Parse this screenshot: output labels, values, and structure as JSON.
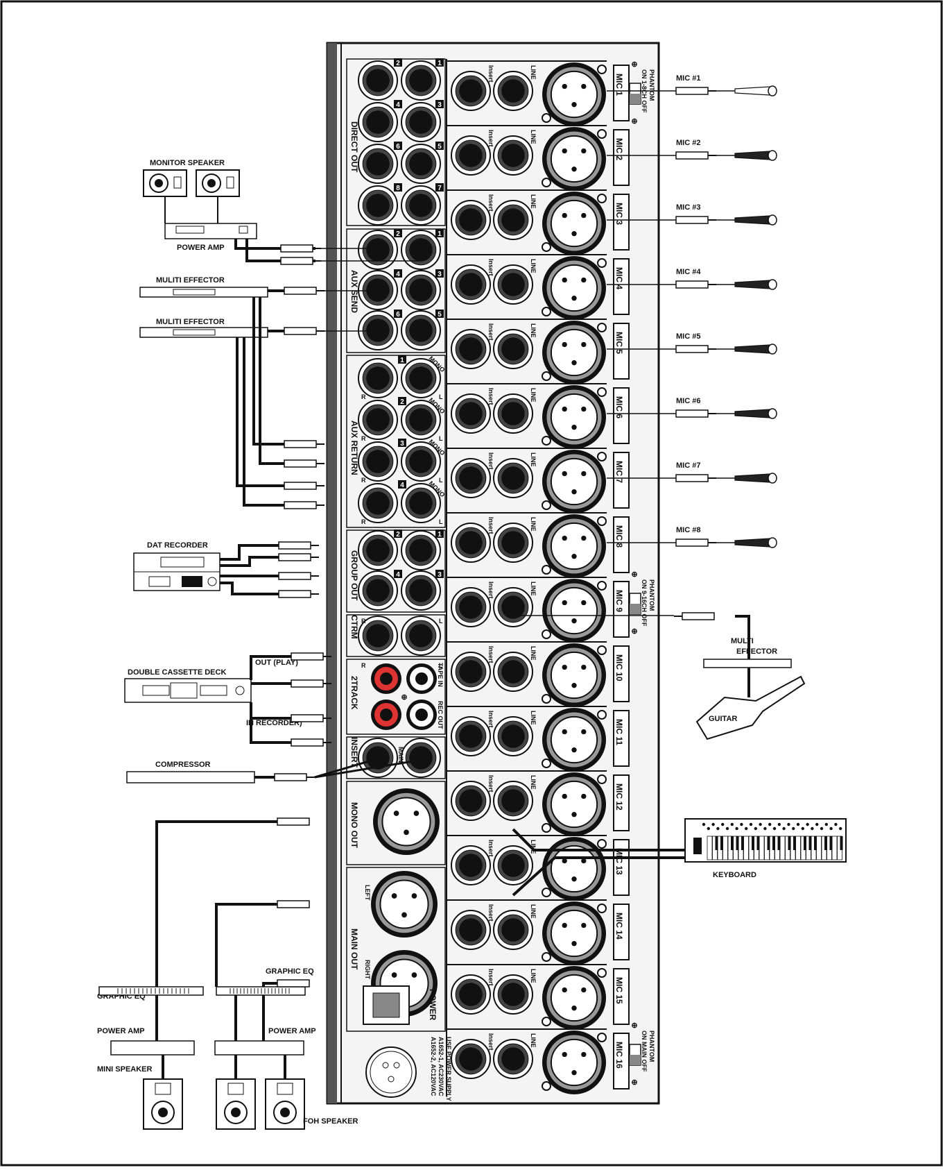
{
  "devices": {
    "monitor_speaker": "MONITOR SPEAKER",
    "power_amp_top": "POWER AMP",
    "multi_effector_1": "MULITI  EFFECTOR",
    "multi_effector_2": "MULITI  EFFECTOR",
    "dat_recorder": "DAT RECORDER",
    "double_cassette": "DOUBLE CASSETTE DECK",
    "out_play": "OUT (PLAY)",
    "in_recorder": "IN  RECORDER)",
    "compressor": "COMPRESSOR",
    "graphic_eq_left": "GRAPHIC EQ",
    "graphic_eq_right": "GRAPHIC EQ",
    "power_amp_left": "POWER AMP",
    "power_amp_right": "POWER AMP",
    "mini_speaker": "MINI SPEAKER",
    "foh_speaker": "FOH SPEAKER",
    "multi_effector_guitar_1": "MULTI",
    "multi_effector_guitar_2": "EFFECTOR",
    "guitar": "GUITAR",
    "keyboard": "KEYBOARD"
  },
  "mics": [
    "MIC #1",
    "MIC #2",
    "MIC #3",
    "MIC #4",
    "MIC #5",
    "MIC #6",
    "MIC #7",
    "MIC #8"
  ],
  "channels": [
    "MIC 1",
    "MIC 2",
    "MIC 3",
    "MIC 4",
    "MIC 5",
    "MIC 6",
    "MIC 7",
    "MIC 8",
    "MIC 9",
    "MIC 10",
    "MIC 11",
    "MIC 12",
    "MIC 13",
    "MIC 14",
    "MIC 15",
    "MIC 16"
  ],
  "jack_labels": {
    "insert": "Insert",
    "line": "LINE"
  },
  "phantom": [
    {
      "title": "PHANTOM",
      "sub": "ON 1-8CH OFF"
    },
    {
      "title": "PHANTOM",
      "sub": "ON 9-16CH OFF"
    },
    {
      "title": "PHANTOM",
      "sub": "ON MAIN OFF"
    }
  ],
  "sections": {
    "direct_out": "DIRECT OUT",
    "aux_send": "AUX SEND",
    "aux_return": "AUX RETURN",
    "group_out": "GROUP OUT",
    "ctrm": "CTRM",
    "two_track": "2TRACK",
    "insert": "INSERT",
    "main": "MAIN",
    "mono_out": "MONO OUT",
    "main_out": "MAIN OUT",
    "left": "LEFT",
    "right": "RIGHT",
    "tape_in": "TAPE IN",
    "rec_out": "REC OUT",
    "power": "POWER",
    "supply": [
      "A1652-2,  AC120VAC",
      "A1652-1,  AC230VAC",
      "USE POWER SUPPLY"
    ],
    "mono": "MONO",
    "r": "R",
    "l": "L"
  },
  "direct_numbers": [
    "2",
    "1",
    "4",
    "3",
    "6",
    "5",
    "8",
    "7"
  ],
  "aux_send_numbers": [
    "2",
    "1",
    "4",
    "3",
    "6",
    "5"
  ],
  "aux_return_numbers": [
    "1",
    "2",
    "3",
    "4"
  ],
  "group_numbers": [
    "2",
    "1",
    "4",
    "3"
  ]
}
